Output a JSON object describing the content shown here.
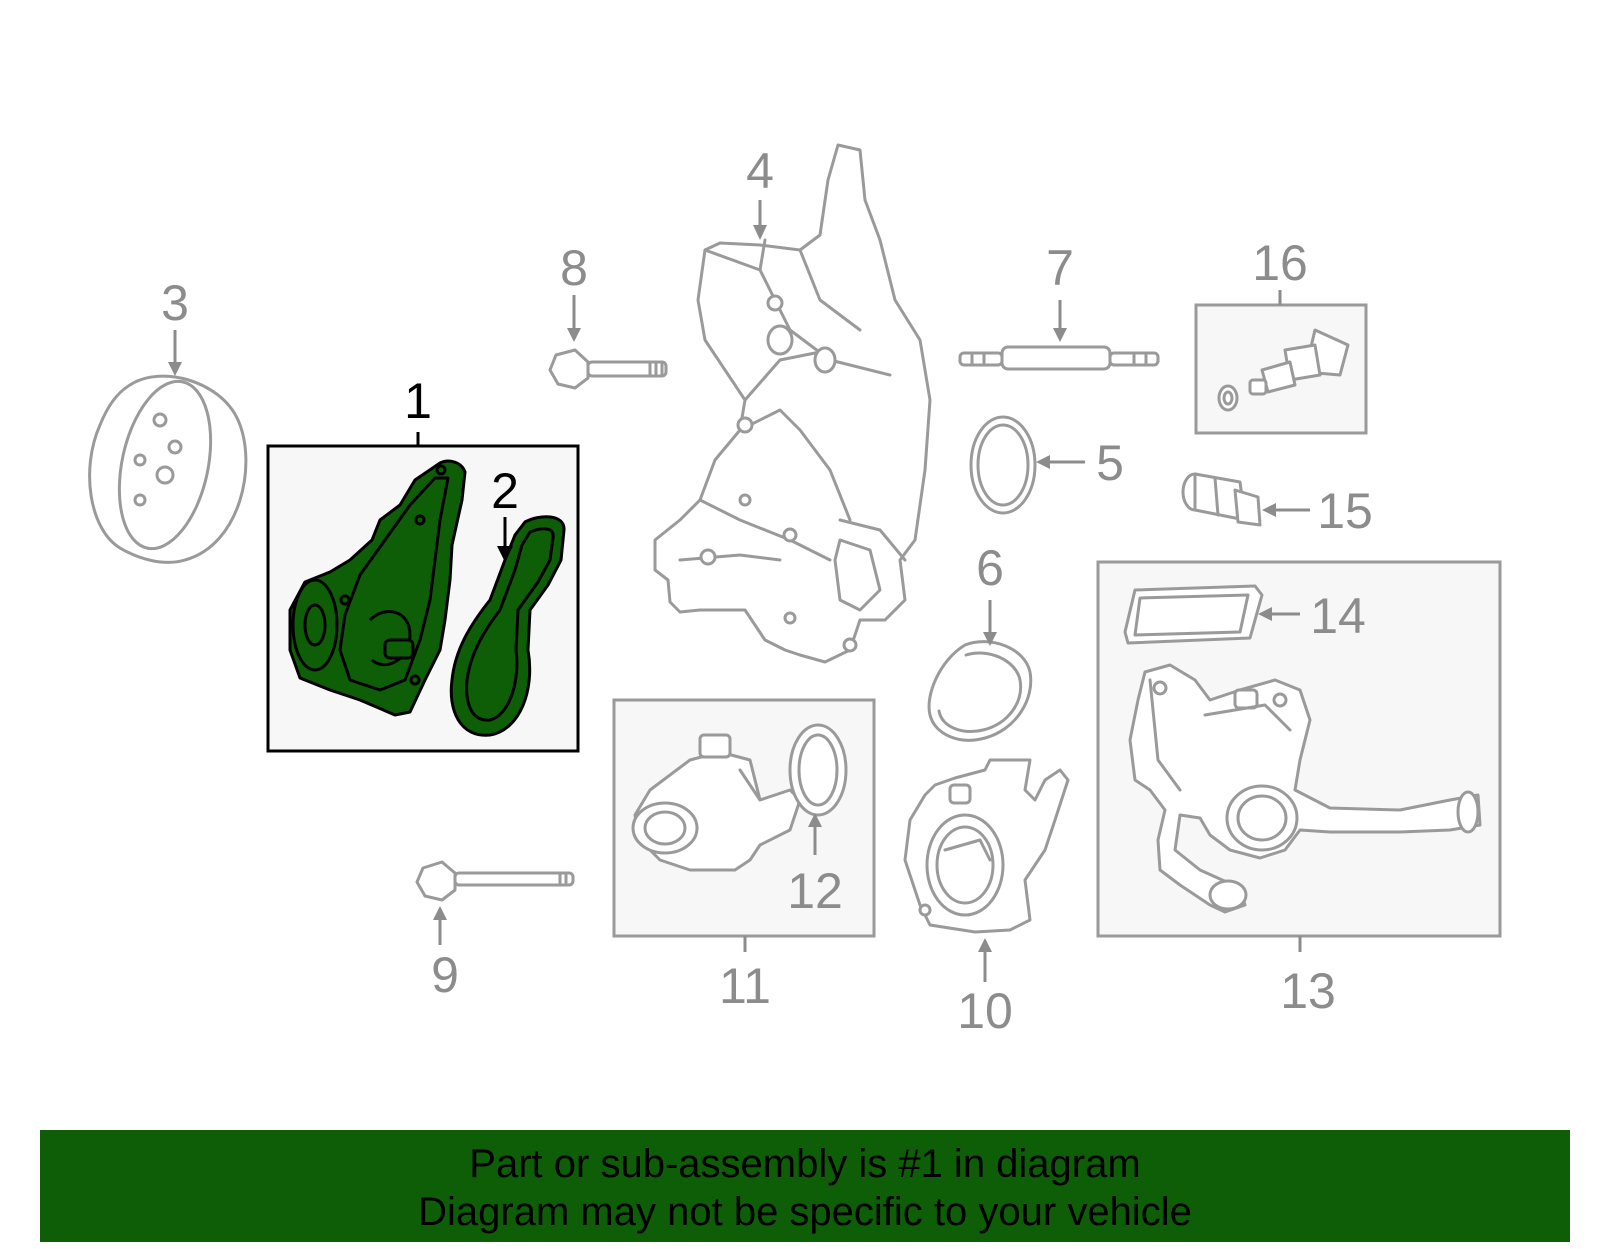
{
  "colors": {
    "highlight": "#0e5e07",
    "outline": "#9a9a9a",
    "callout_text": "#8c8c8c",
    "highlight_outline": "#000000",
    "group_fill": "#f7f7f7"
  },
  "callouts": {
    "c1": "1",
    "c2": "2",
    "c3": "3",
    "c4": "4",
    "c5": "5",
    "c6": "6",
    "c7": "7",
    "c8": "8",
    "c9": "9",
    "c10": "10",
    "c11": "11",
    "c12": "12",
    "c13": "13",
    "c14": "14",
    "c15": "15",
    "c16": "16"
  },
  "highlighted_part": "1",
  "banner": {
    "line1": "Part or sub-assembly is #1 in diagram",
    "line2": "Diagram may not be specific to your vehicle"
  }
}
